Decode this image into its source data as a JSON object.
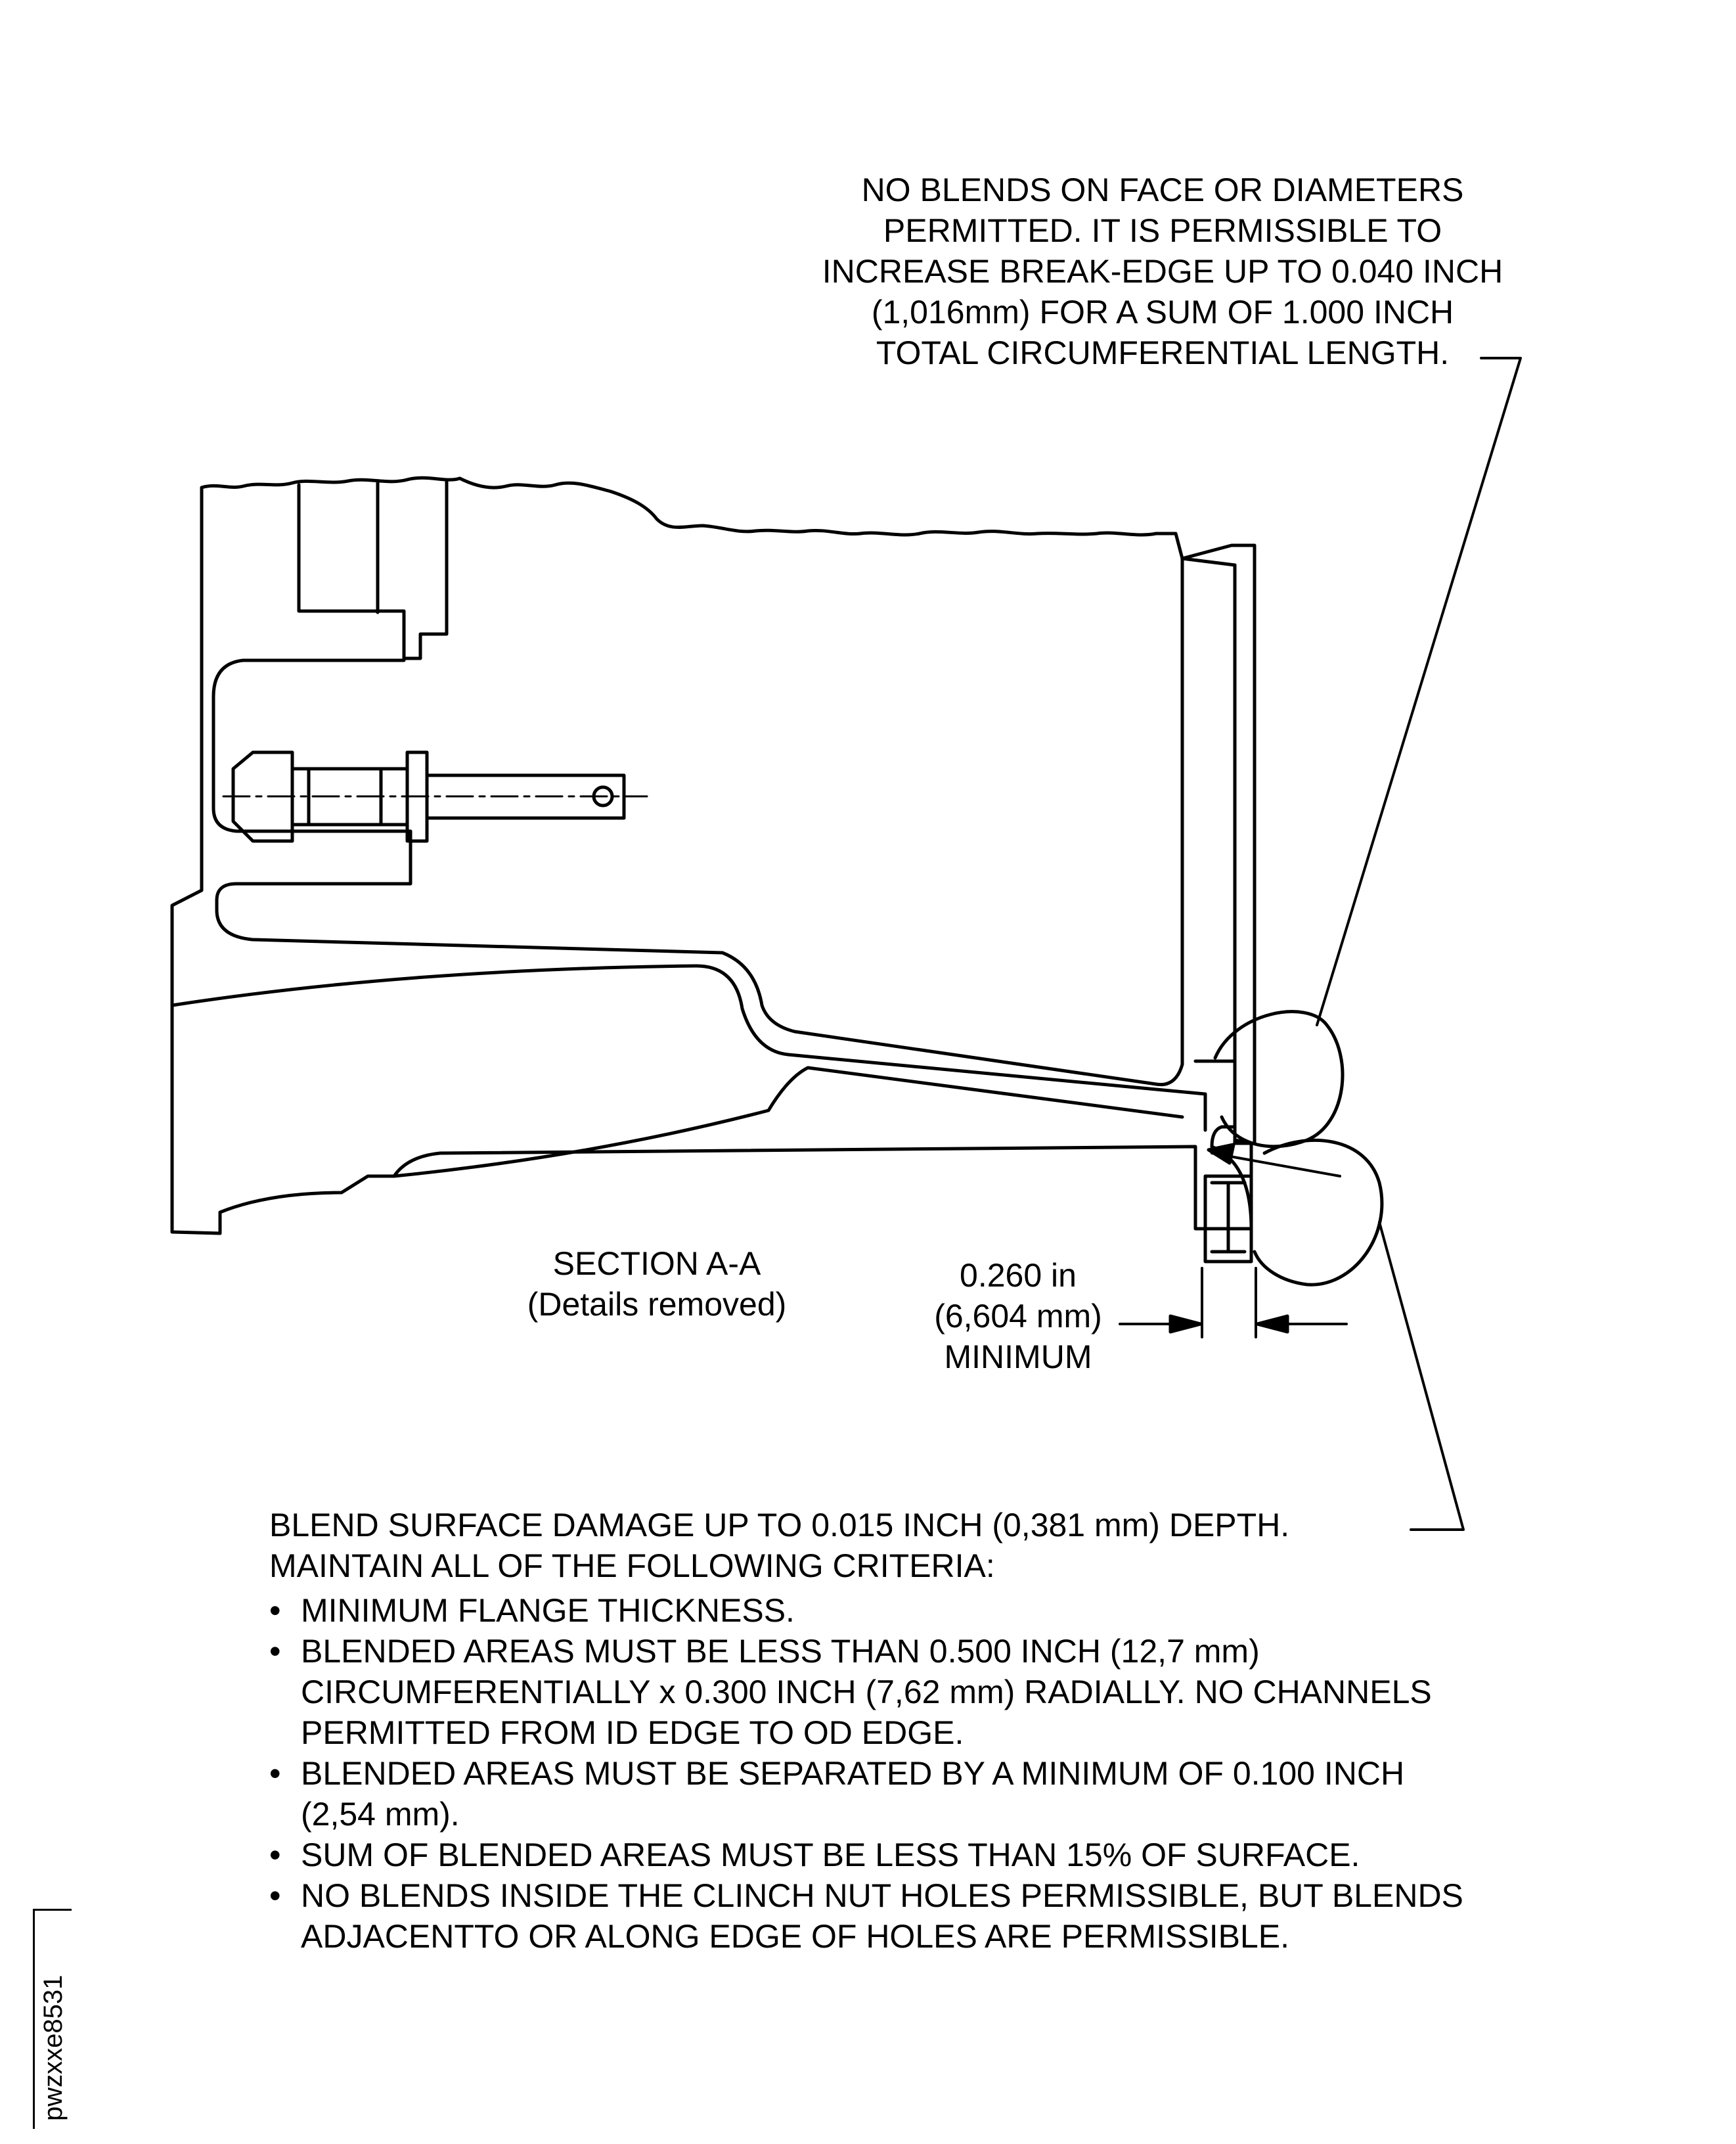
{
  "notes": {
    "top": {
      "lines": [
        "NO BLENDS ON FACE OR DIAMETERS",
        "PERMITTED. IT IS PERMISSIBLE TO",
        "INCREASE BREAK-EDGE UP TO 0.040 INCH",
        "(1,016mm) FOR A SUM OF 1.000 INCH",
        "TOTAL CIRCUMFERENTIAL LENGTH."
      ]
    },
    "section": {
      "title": "SECTION A-A",
      "subtitle": "(Details removed)"
    },
    "dimension": {
      "value_in": "0.260 in",
      "value_mm": "(6,604 mm)",
      "qualifier": "MINIMUM"
    },
    "blend": {
      "lines": [
        "BLEND SURFACE DAMAGE UP TO 0.015 INCH (0,381 mm) DEPTH.",
        "MAINTAIN ALL OF THE FOLLOWING CRITERIA:"
      ]
    },
    "criteria": [
      {
        "lines": [
          "MINIMUM FLANGE THICKNESS."
        ]
      },
      {
        "lines": [
          "BLENDED AREAS MUST BE LESS THAN 0.500 INCH (12,7 mm)",
          "CIRCUMFERENTIALLY x 0.300 INCH (7,62 mm) RADIALLY. NO CHANNELS",
          "PERMITTED FROM ID EDGE TO OD EDGE."
        ]
      },
      {
        "lines": [
          "BLENDED AREAS MUST BE SEPARATED BY A MINIMUM OF 0.100 INCH",
          "(2,54 mm)."
        ]
      },
      {
        "lines": [
          "SUM OF BLENDED AREAS MUST BE LESS THAN 15% OF SURFACE."
        ]
      },
      {
        "lines": [
          "NO BLENDS INSIDE THE CLINCH NUT HOLES PERMISSIBLE, BUT BLENDS",
          "ADJACENTTO OR ALONG EDGE OF HOLES ARE PERMISSIBLE."
        ]
      }
    ],
    "bullet_glyph": "•"
  },
  "figure_id": "pwzxxe8531",
  "colors": {
    "ink": "#000000",
    "paper": "#ffffff"
  }
}
